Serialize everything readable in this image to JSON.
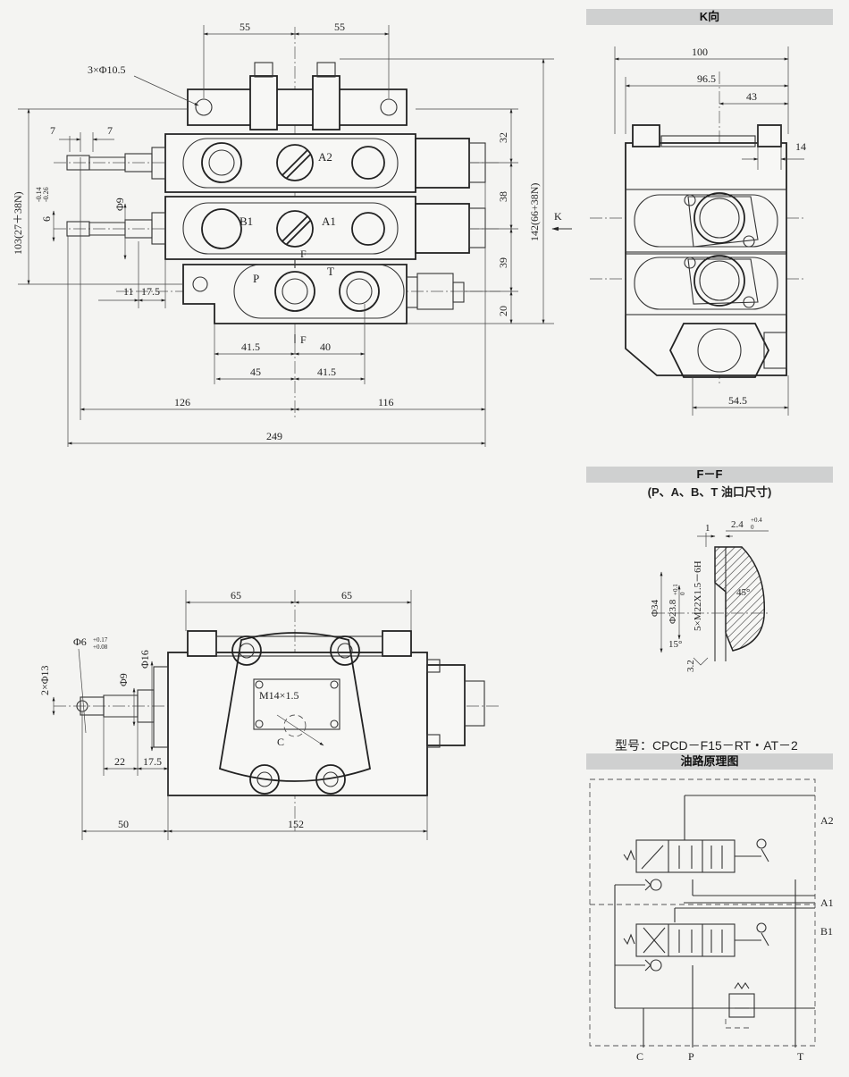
{
  "kview": {
    "title": "K向",
    "dims": {
      "w100": "100",
      "w96_5": "96.5",
      "w43": "43",
      "w14": "14",
      "w54_5": "54.5"
    }
  },
  "section": {
    "title": "F－F",
    "subtitle": "(P、A、B、T 油口尺寸)",
    "dims": {
      "d1": "1",
      "d2_4": "2.4",
      "d2_4_tol": "+0.4",
      "d2_4_tol2": "0",
      "thread": "5×M22X1.5－6H",
      "phi34": "Φ34",
      "phi23_8": "Φ23.8",
      "phi23_8_tol": "+0.1",
      "phi23_8_tol2": "0",
      "a45": "45°",
      "a15": "15°",
      "r3_2": "3.2"
    }
  },
  "schematic": {
    "model_label": "型号：CPCD－F15－RT・AT－2",
    "title": "油路原理图",
    "ports": {
      "A2": "A2",
      "A1": "A1",
      "B1": "B1",
      "C": "C",
      "P": "P",
      "T": "T"
    }
  },
  "front": {
    "dims": {
      "d55a": "55",
      "d55b": "55",
      "holes": "3×Φ10.5",
      "d7a": "7",
      "d7b": "7",
      "d103": "103(27＋38N)",
      "d6": "6",
      "d6_tol": "-0.14",
      "d6_tol2": "-0.26",
      "phi9": "Φ9",
      "d11": "11",
      "d17_5": "17.5",
      "d32": "32",
      "d38": "38",
      "d39": "39",
      "d20": "20",
      "d142": "142(66+38N)",
      "k": "K",
      "d41_5a": "41.5",
      "d40": "40",
      "d45": "45",
      "d41_5b": "41.5",
      "d126": "126",
      "d116": "116",
      "d249": "249"
    },
    "labels": {
      "A2": "A2",
      "A1": "A1",
      "B1": "B1",
      "P": "P",
      "T": "T",
      "F1": "F",
      "F2": "F"
    }
  },
  "plan": {
    "dims": {
      "d65a": "65",
      "d65b": "65",
      "phi6": "Φ6",
      "phi6_tol": "+0.17",
      "phi6_tol2": "+0.08",
      "phi13": "2×Φ13",
      "phi9": "Φ9",
      "phi16": "Φ16",
      "d22": "22",
      "d17_5": "17.5",
      "d50": "50",
      "d152": "152",
      "thread": "M14×1.5",
      "C": "C"
    }
  }
}
